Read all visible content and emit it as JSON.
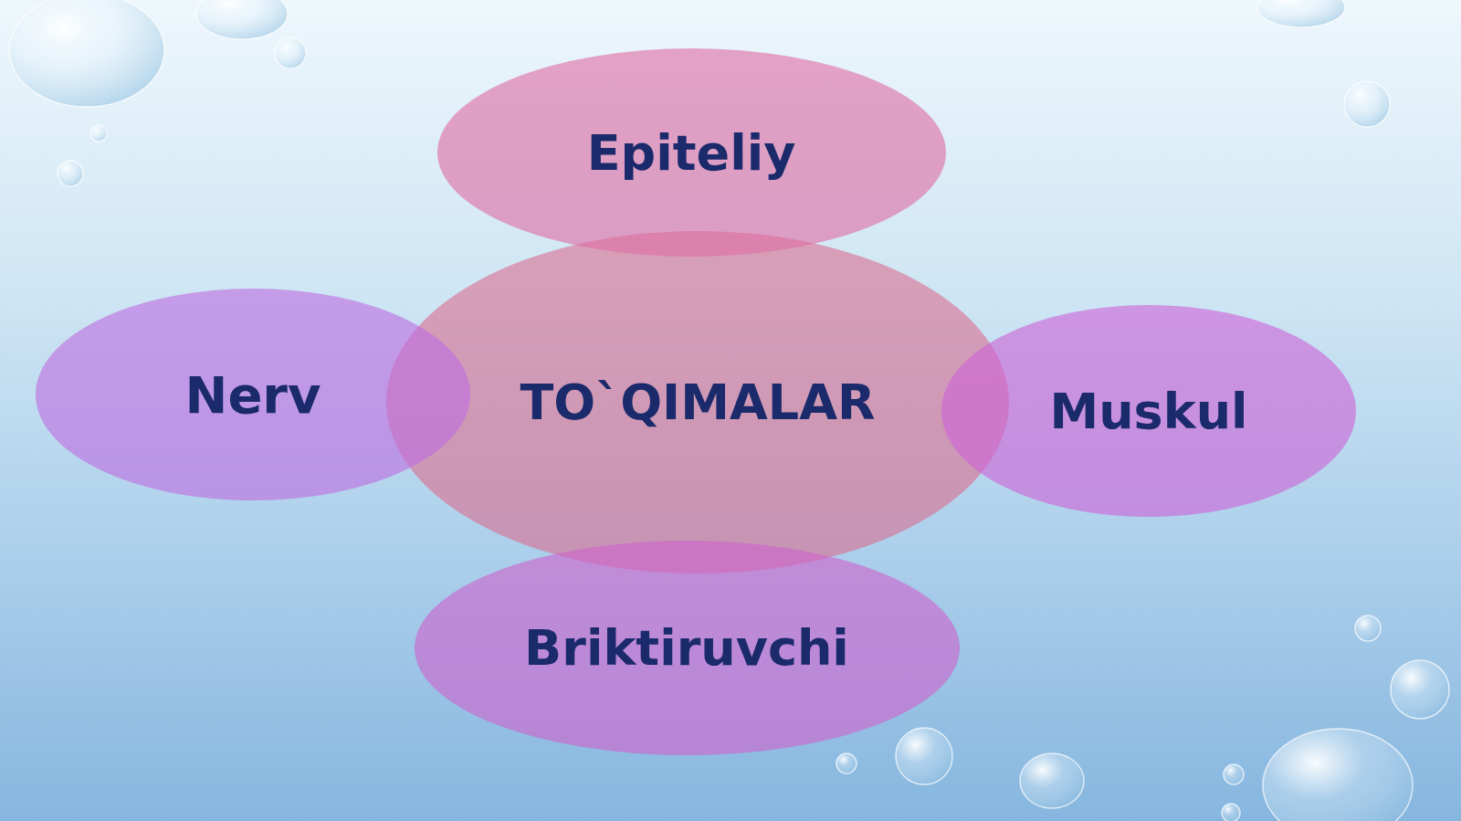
{
  "diagram": {
    "nodes": [
      {
        "text": [
          "Epiteliy"
        ]
      },
      {
        "text": [
          "Nerv"
        ]
      },
      {
        "text": [
          "TO`QIMALAR"
        ]
      },
      {
        "text": [
          "Muskul"
        ]
      },
      {
        "text": [
          "Briktiruvchi"
        ]
      }
    ]
  }
}
